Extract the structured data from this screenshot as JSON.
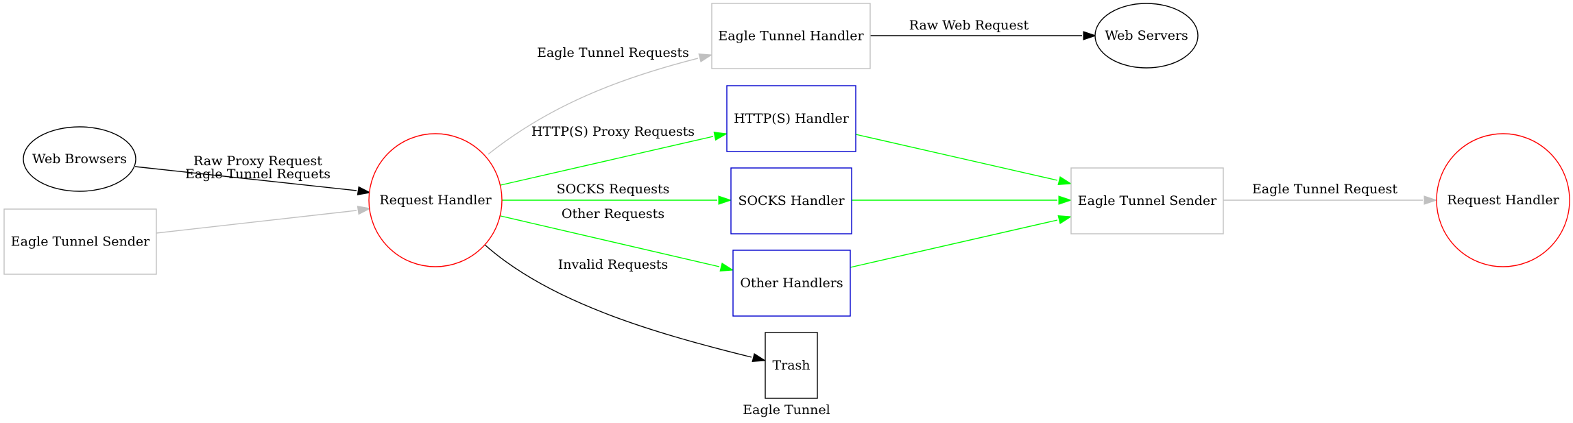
{
  "diagram": {
    "caption": "Eagle Tunnel",
    "colors": {
      "black": "#000000",
      "gray": "#c0c0c0",
      "green": "#00ff00",
      "blue": "#0000cd",
      "red": "#ff0000"
    },
    "nodes": [
      {
        "id": "web-browsers",
        "label": "Web Browsers",
        "shape": "ellipse",
        "color": "black"
      },
      {
        "id": "sender-left",
        "label": "Eagle Tunnel Sender",
        "shape": "box",
        "color": "gray"
      },
      {
        "id": "request-handler-main",
        "label": "Request Handler",
        "shape": "circle",
        "color": "red"
      },
      {
        "id": "eagle-tunnel-handler",
        "label": "Eagle Tunnel Handler",
        "shape": "box",
        "color": "gray"
      },
      {
        "id": "web-servers",
        "label": "Web Servers",
        "shape": "ellipse",
        "color": "black"
      },
      {
        "id": "http-handler",
        "label": "HTTP(S) Handler",
        "shape": "box",
        "color": "blue"
      },
      {
        "id": "socks-handler",
        "label": "SOCKS Handler",
        "shape": "box",
        "color": "blue"
      },
      {
        "id": "other-handlers",
        "label": "Other Handlers",
        "shape": "box",
        "color": "blue"
      },
      {
        "id": "trash",
        "label": "Trash",
        "shape": "box",
        "color": "black"
      },
      {
        "id": "sender-right",
        "label": "Eagle Tunnel Sender",
        "shape": "box",
        "color": "gray"
      },
      {
        "id": "request-handler-remote",
        "label": "Request Handler",
        "shape": "circle",
        "color": "red"
      }
    ],
    "edges": [
      {
        "id": "raw-proxy",
        "from": "web-browsers",
        "to": "request-handler-main",
        "label": "Raw Proxy Request",
        "color": "black"
      },
      {
        "id": "tunnel-requets",
        "from": "sender-left",
        "to": "request-handler-main",
        "label": "Eagle Tunnel Requets",
        "color": "gray"
      },
      {
        "id": "tunnel-requests",
        "from": "request-handler-main",
        "to": "eagle-tunnel-handler",
        "label": "Eagle Tunnel Requests",
        "color": "gray"
      },
      {
        "id": "raw-web",
        "from": "eagle-tunnel-handler",
        "to": "web-servers",
        "label": "Raw Web Request",
        "color": "black"
      },
      {
        "id": "http-proxy",
        "from": "request-handler-main",
        "to": "http-handler",
        "label": "HTTP(S) Proxy Requests",
        "color": "green"
      },
      {
        "id": "socks",
        "from": "request-handler-main",
        "to": "socks-handler",
        "label": "SOCKS Requests",
        "color": "green"
      },
      {
        "id": "other",
        "from": "request-handler-main",
        "to": "other-handlers",
        "label": "Other Requests",
        "color": "green"
      },
      {
        "id": "invalid",
        "from": "request-handler-main",
        "to": "trash",
        "label": "Invalid Requests",
        "color": "black"
      },
      {
        "id": "http-to-sender",
        "from": "http-handler",
        "to": "sender-right",
        "label": "",
        "color": "green"
      },
      {
        "id": "socks-to-sender",
        "from": "socks-handler",
        "to": "sender-right",
        "label": "",
        "color": "green"
      },
      {
        "id": "other-to-sender",
        "from": "other-handlers",
        "to": "sender-right",
        "label": "",
        "color": "green"
      },
      {
        "id": "tunnel-request",
        "from": "sender-right",
        "to": "request-handler-remote",
        "label": "Eagle Tunnel Request",
        "color": "gray"
      }
    ]
  }
}
